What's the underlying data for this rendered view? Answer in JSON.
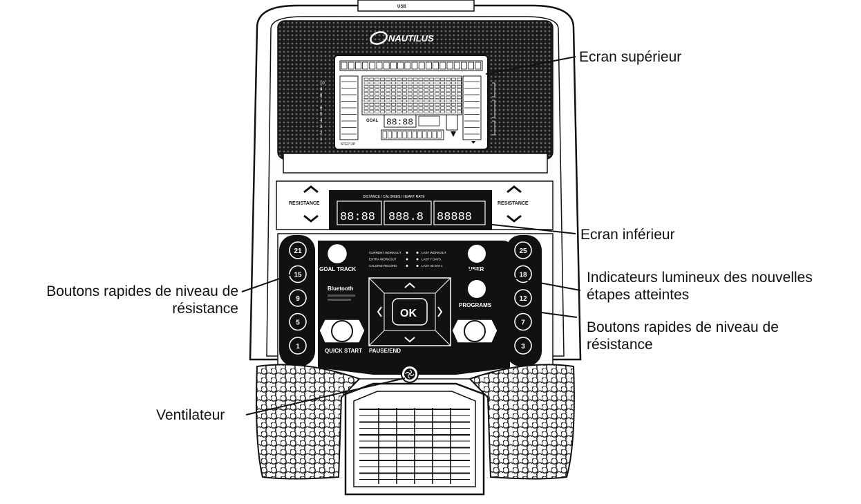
{
  "console": {
    "brand": "NAUTILUS",
    "usb_label": "USB",
    "upper_display": {
      "scale_labels": [
        "10",
        "9",
        "8",
        "7",
        "6",
        "5",
        "4",
        "3",
        "2",
        "1"
      ],
      "goal_label": "GOAL",
      "goal_digits": "88:88",
      "step_label": "STEP UP"
    },
    "resistance_label": "RESISTANCE",
    "lower_display": {
      "header": "DISTANCE / CALORIES / HEART RATE",
      "digits_left": "88:88",
      "digits_mid": "888.8",
      "digits_right": "88888"
    },
    "left_quick_buttons": [
      "21",
      "15",
      "9",
      "5",
      "1"
    ],
    "right_quick_buttons": [
      "25",
      "18",
      "12",
      "7",
      "3"
    ],
    "buttons": {
      "goal_track": "GOAL TRACK",
      "user": "USER",
      "programs": "PROGRAMS",
      "ok": "OK",
      "quick_start": "QUICK START",
      "pause_end": "PAUSE/END"
    },
    "indicators_left": [
      "CURRENT WORKOUT",
      "EXTRA WORKOUT",
      "CALORIE RECORD"
    ],
    "indicators_right": [
      "LAST WORKOUT",
      "LAST 7 DAYS",
      "LAST 30 DAYS"
    ],
    "bluetooth_label": "Bluetooth"
  },
  "callouts": {
    "upper_screen": "Ecran supérieur",
    "lower_screen": "Ecran inférieur",
    "indicators": "Indicateurs lumineux des nouvelles étapes atteintes",
    "right_quick": "Boutons rapides de niveau de résistance",
    "left_quick": "Boutons rapides de niveau de résistance",
    "fan": "Ventilateur"
  }
}
